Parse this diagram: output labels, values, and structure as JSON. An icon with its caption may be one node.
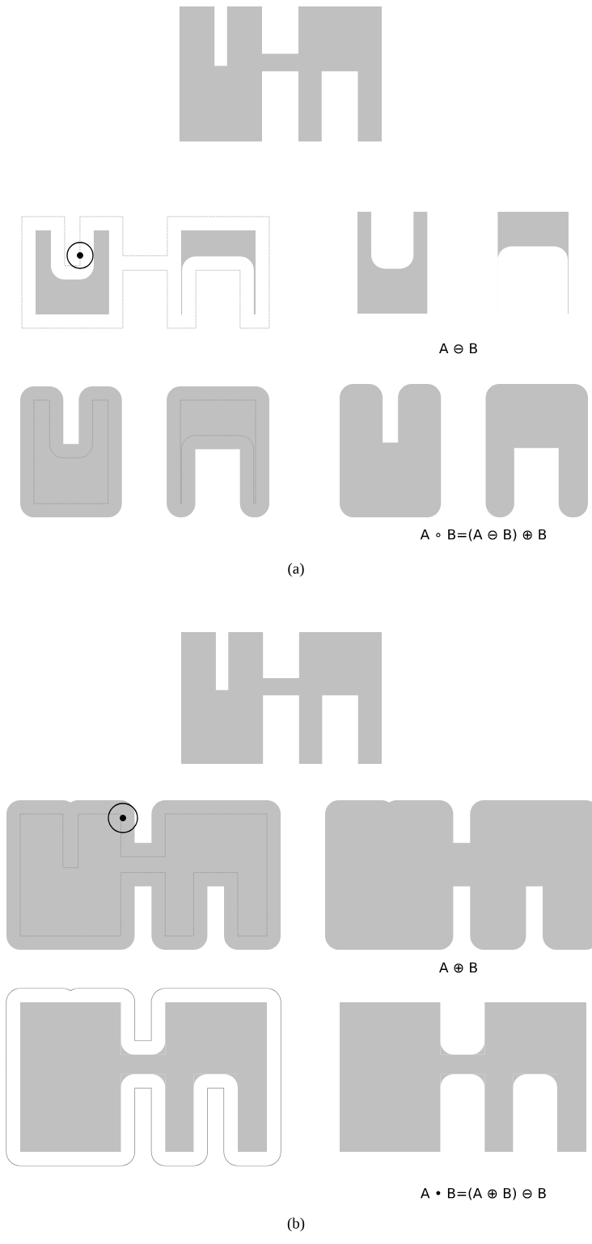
{
  "diagram": {
    "labels": [
      "A ⊖ B",
      "A ∘ B=(A ⊖ B) ⊕ B",
      "(a)",
      "A ⊕ B",
      "A • B=(A ⊕ B) ⊖ B",
      "(b)"
    ]
  }
}
